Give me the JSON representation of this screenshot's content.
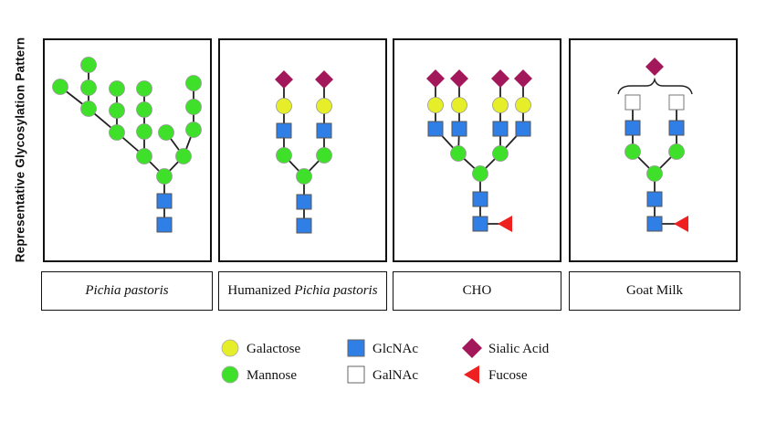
{
  "y_axis_label": "Representative Glycosylation Pattern",
  "panels": [
    {
      "label_pre": "",
      "label_italic": "Pichia pastoris"
    },
    {
      "label_pre": "Humanized ",
      "label_italic": "Pichia pastoris"
    },
    {
      "label_pre": "CHO",
      "label_italic": ""
    },
    {
      "label_pre": "Goat Milk",
      "label_italic": ""
    }
  ],
  "legend": {
    "galactose": "Galactose",
    "mannose": "Mannose",
    "glcnac": "GlcNAc",
    "galnac": "GalNAc",
    "sialic_acid": "Sialic Acid",
    "fucose": "Fucose"
  },
  "colors": {
    "galactose": "#e6ee2a",
    "mannose": "#3fe02a",
    "glcnac": "#2f7fe6",
    "galnac": "#ffffff",
    "sialic_acid": "#a3185a",
    "fucose": "#ee2020"
  }
}
